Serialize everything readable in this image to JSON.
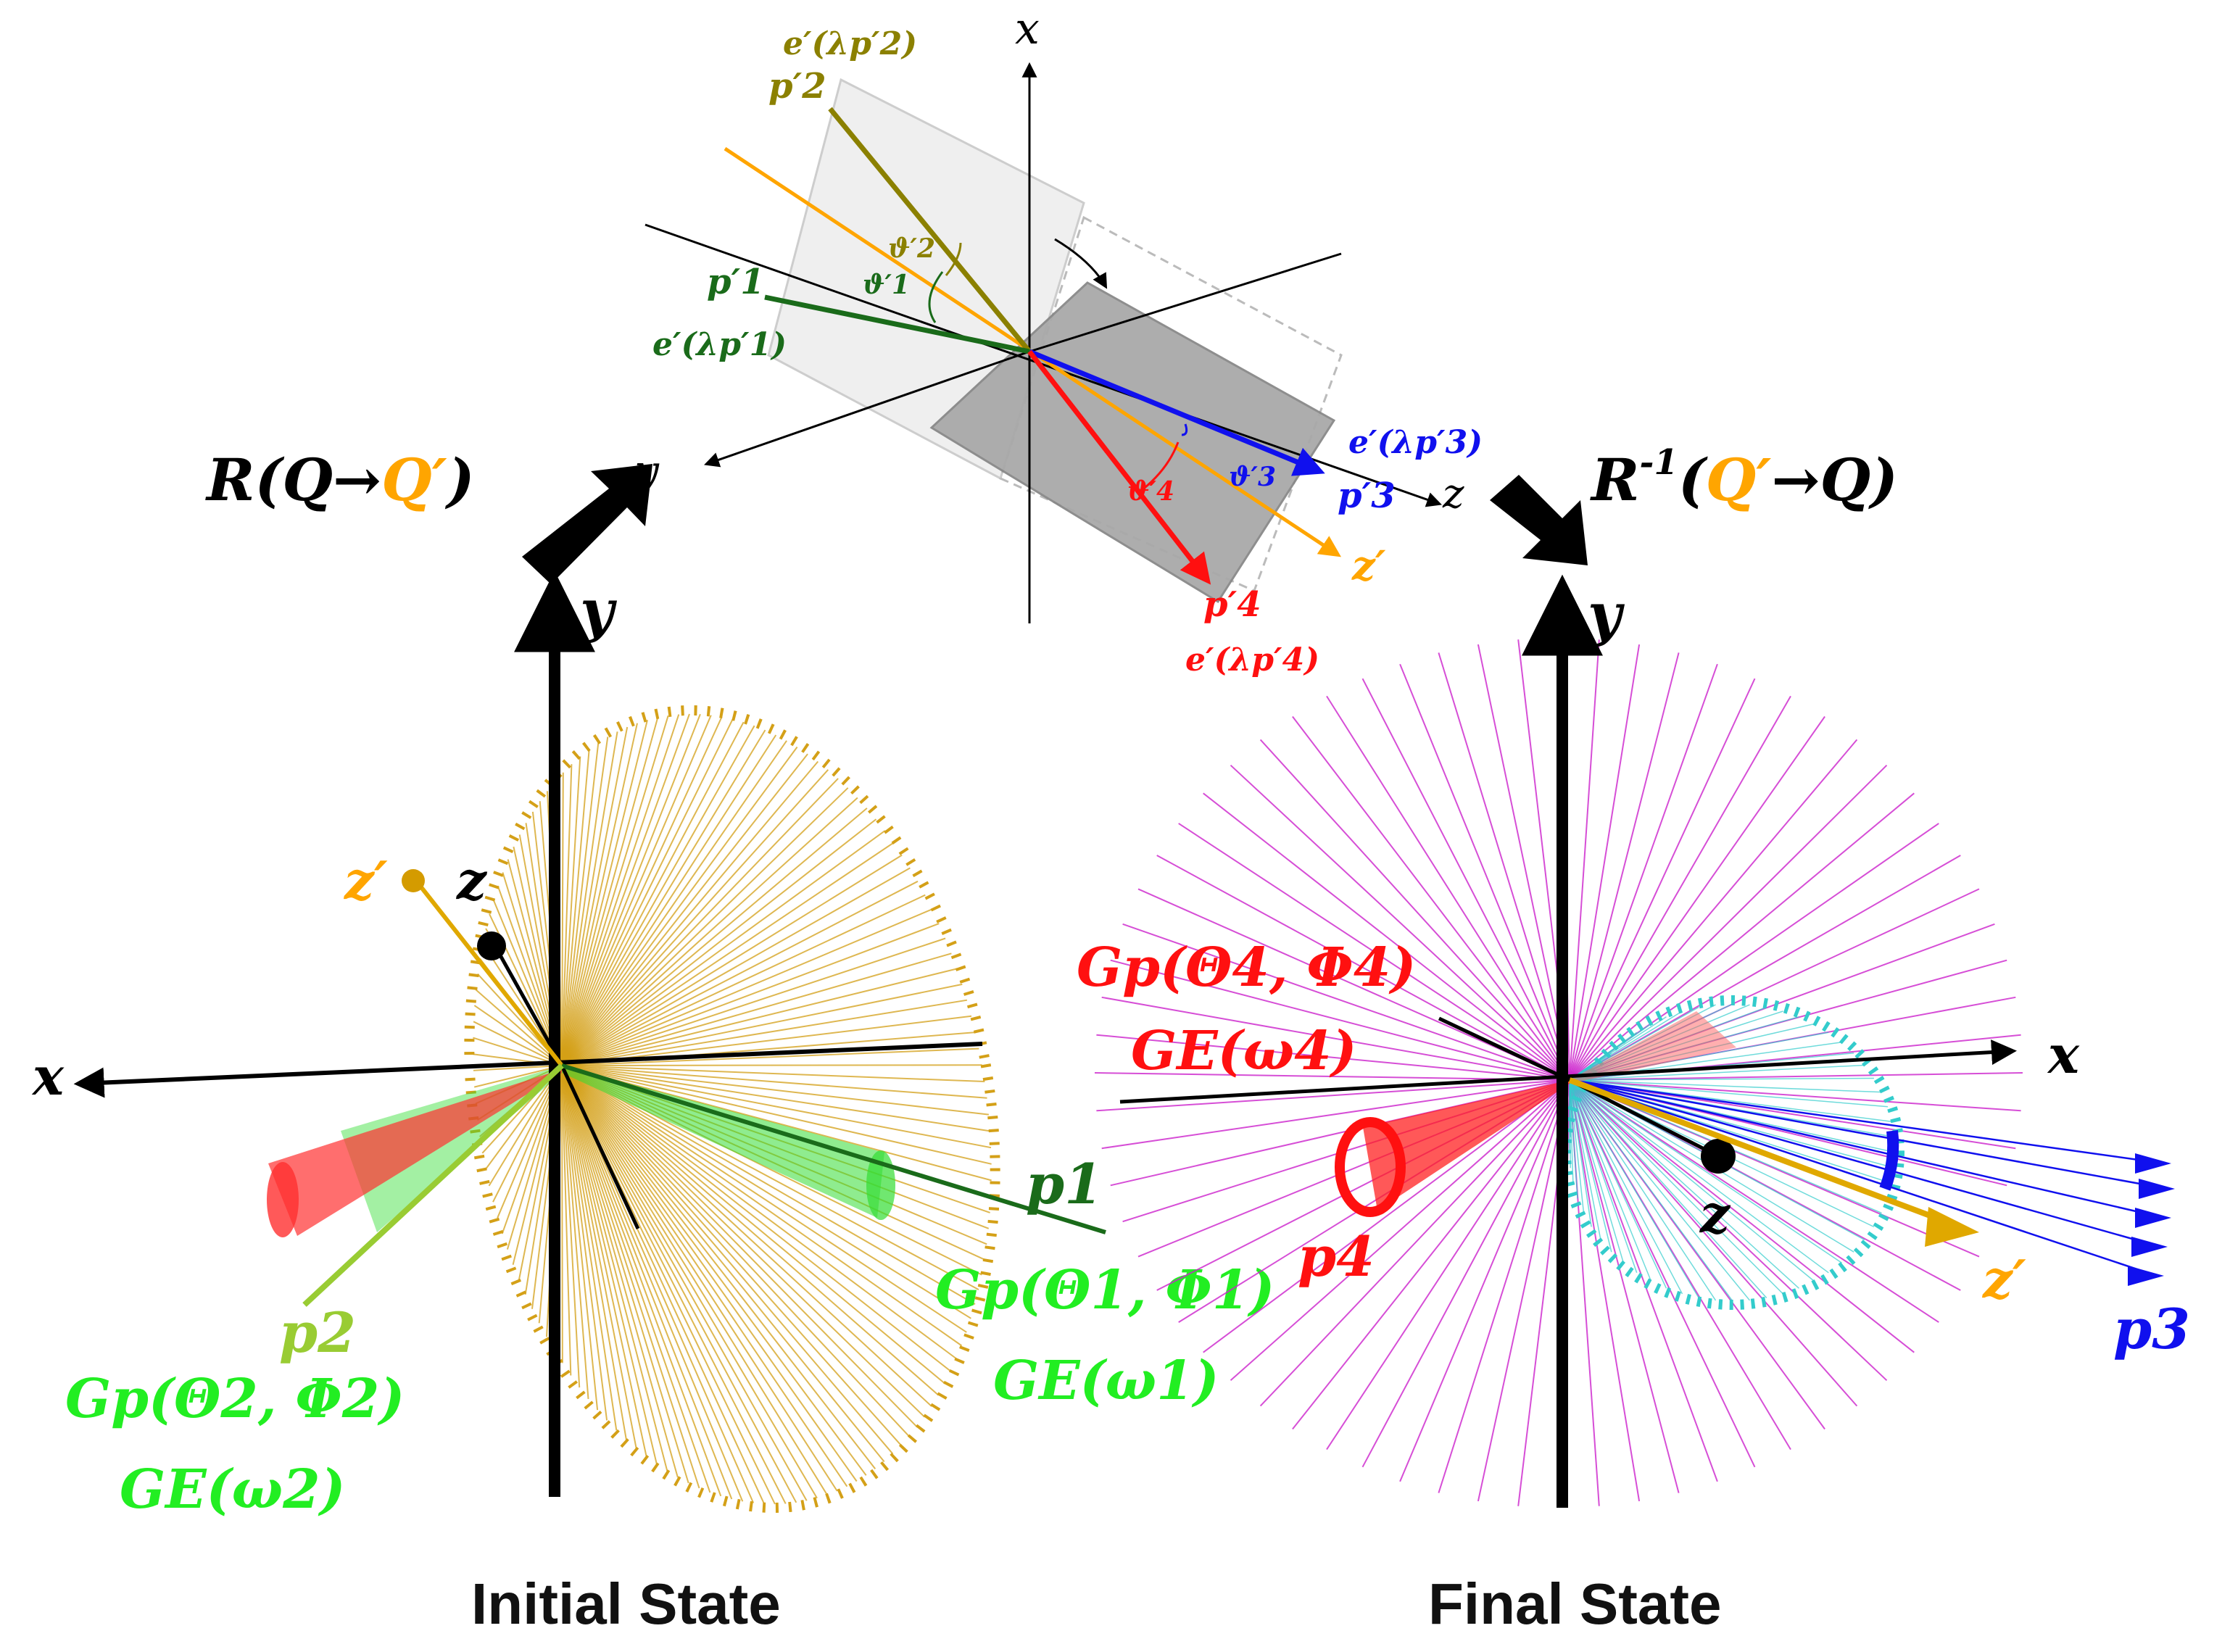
{
  "colors": {
    "black": "#000000",
    "orange": "#ffa500",
    "gold": "#d4a017",
    "olive": "#8b8000",
    "dark_green": "#1a6b1a",
    "green": "#22ee22",
    "light_green": "#99cc33",
    "red": "#ff1010",
    "blue": "#1010ee",
    "magenta": "#cc22cc",
    "cyan": "#33cccc",
    "plane_light": "#eeeeee",
    "plane_dark": "#a9a9a9"
  },
  "rotation": {
    "forward": {
      "prefix": "R(Q→",
      "primed": "Q′",
      "suffix": ")"
    },
    "inverse": {
      "prefix": "R",
      "sup": "-1",
      "open": "(",
      "primed": "Q′",
      "suffix": "→Q)"
    }
  },
  "inset": {
    "axes": {
      "x": "x",
      "y": "y",
      "z": "z",
      "z_prime": "z′"
    },
    "p2": {
      "p": "p′2",
      "e": "e′(λp′2)",
      "theta": "ϑ′2"
    },
    "p1": {
      "p": "p′1",
      "e": "e′(λp′1)",
      "theta": "ϑ′1"
    },
    "p3": {
      "p": "p′3",
      "e": "e′(λp′3)",
      "theta": "ϑ′3"
    },
    "p4": {
      "p": "p′4",
      "e": "e′(λp′4)",
      "theta": "ϑ′4"
    }
  },
  "initial": {
    "title": "Initial State",
    "axes": {
      "x": "x",
      "y": "y",
      "z": "z",
      "z_prime": "z′"
    },
    "p1": "p1",
    "p2": "p2",
    "gp1": "Gp(Θ1, Φ1)",
    "ge1": "GE(ω1)",
    "gp2": "Gp(Θ2, Φ2)",
    "ge2": "GE(ω2)"
  },
  "final": {
    "title": "Final State",
    "axes": {
      "x": "x",
      "y": "y",
      "z": "z",
      "z_prime": "z′"
    },
    "p3": "p3",
    "p4": "p4",
    "gp4": "Gp(Θ4, Φ4)",
    "ge4": "GE(ω4)"
  }
}
